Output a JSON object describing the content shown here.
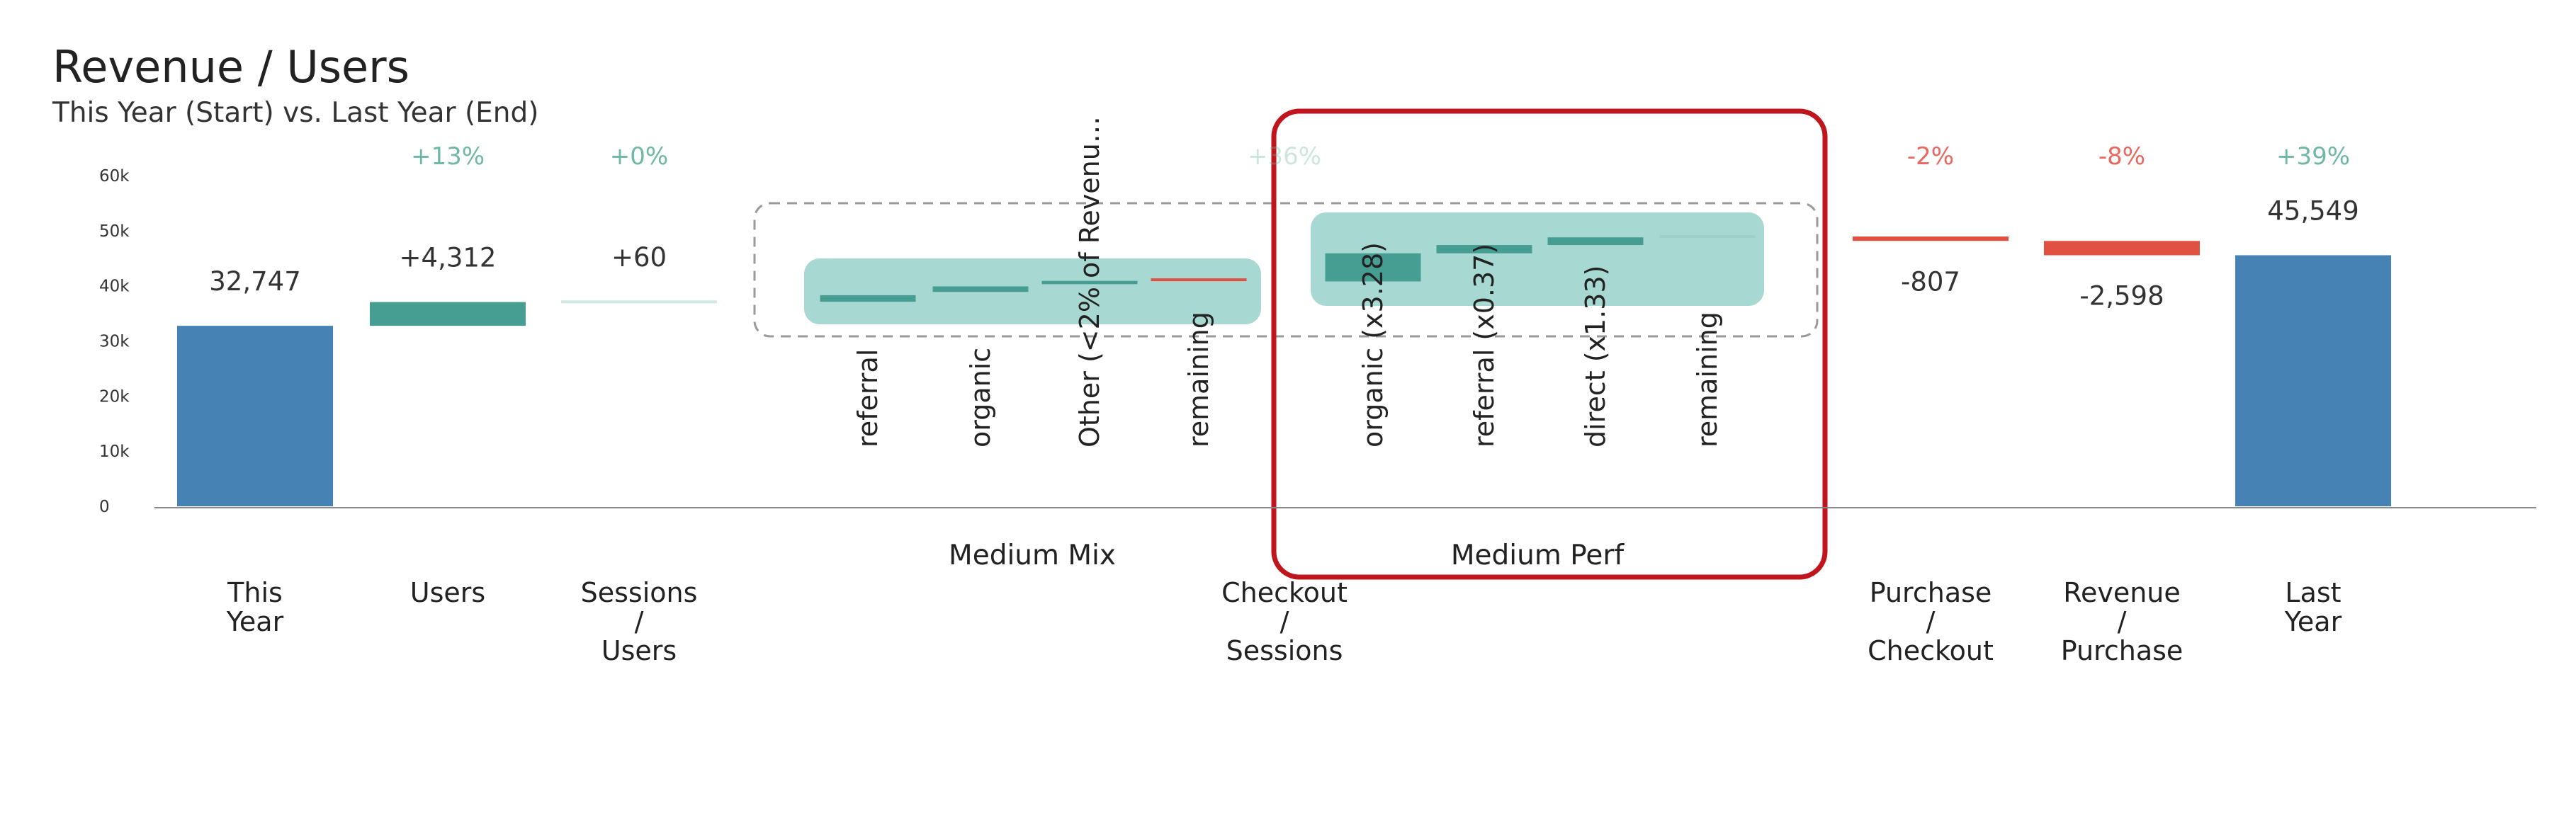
{
  "colors": {
    "total": "#4682B4",
    "positive": "#459E91",
    "negative": "#E15141",
    "positive_text": "#6FB7A6",
    "negative_text": "#E8675E",
    "group_highlight": "#A7D8D2",
    "callout_border": "#C0151C",
    "dashed_border": "#9A9A9A"
  },
  "chart_data": {
    "type": "waterfall",
    "title": "Revenue / Users",
    "subtitle": "This Year (Start) vs. Last Year (End)",
    "ylim": [
      0,
      60000
    ],
    "yticks": [
      {
        "value": 0,
        "label": "0"
      },
      {
        "value": 10000,
        "label": "10k"
      },
      {
        "value": 20000,
        "label": "20k"
      },
      {
        "value": 30000,
        "label": "30k"
      },
      {
        "value": 40000,
        "label": "40k"
      },
      {
        "value": 50000,
        "label": "50k"
      },
      {
        "value": 60000,
        "label": "60k"
      }
    ],
    "steps": [
      {
        "category": [
          "This",
          "Year"
        ],
        "kind": "total",
        "start": 0,
        "end": 32747,
        "value_label": "32,747",
        "pct_label": ""
      },
      {
        "category": [
          "Users"
        ],
        "kind": "delta",
        "start": 32747,
        "end": 37059,
        "value_label": "+4,312",
        "pct_label": "+13%"
      },
      {
        "category": [
          "Sessions",
          "/",
          "Users"
        ],
        "kind": "delta",
        "start": 37059,
        "end": 37119,
        "value_label": "+60",
        "pct_label": "+0%"
      },
      {
        "category": [
          "Checkout",
          "/",
          "Sessions"
        ],
        "kind": "breakdown",
        "start": 37119,
        "end": 48953,
        "value_label": "",
        "pct_label": "+36%"
      },
      {
        "category": [
          "Purchase",
          "/",
          "Checkout"
        ],
        "kind": "delta",
        "start": 48953,
        "end": 48146,
        "value_label": "-807",
        "pct_label": "-2%"
      },
      {
        "category": [
          "Revenue",
          "/",
          "Purchase"
        ],
        "kind": "delta",
        "start": 48146,
        "end": 45548,
        "value_label": "-2,598",
        "pct_label": "-8%"
      },
      {
        "category": [
          "Last",
          "Year"
        ],
        "kind": "total",
        "start": 0,
        "end": 45549,
        "value_label": "45,549",
        "pct_label": "+39%"
      }
    ],
    "breakdown_groups": [
      {
        "label": "Medium Mix",
        "items": [
          {
            "label": "referral",
            "start": 37119,
            "end": 38300
          },
          {
            "label": "organic",
            "start": 38900,
            "end": 39900
          },
          {
            "label": "Other (<2% of Revenu…",
            "start": 40300,
            "end": 40900
          },
          {
            "label": "remaining",
            "start": 41100,
            "end": 41100
          }
        ]
      },
      {
        "label": "Medium Perf",
        "items": [
          {
            "label": "organic (x3.28)",
            "start": 40800,
            "end": 45900
          },
          {
            "label": "referral (x0.37)",
            "start": 45900,
            "end": 47400
          },
          {
            "label": "direct (x1.33)",
            "start": 47400,
            "end": 48800
          },
          {
            "label": "remaining",
            "start": 48800,
            "end": 48953
          }
        ]
      }
    ]
  }
}
